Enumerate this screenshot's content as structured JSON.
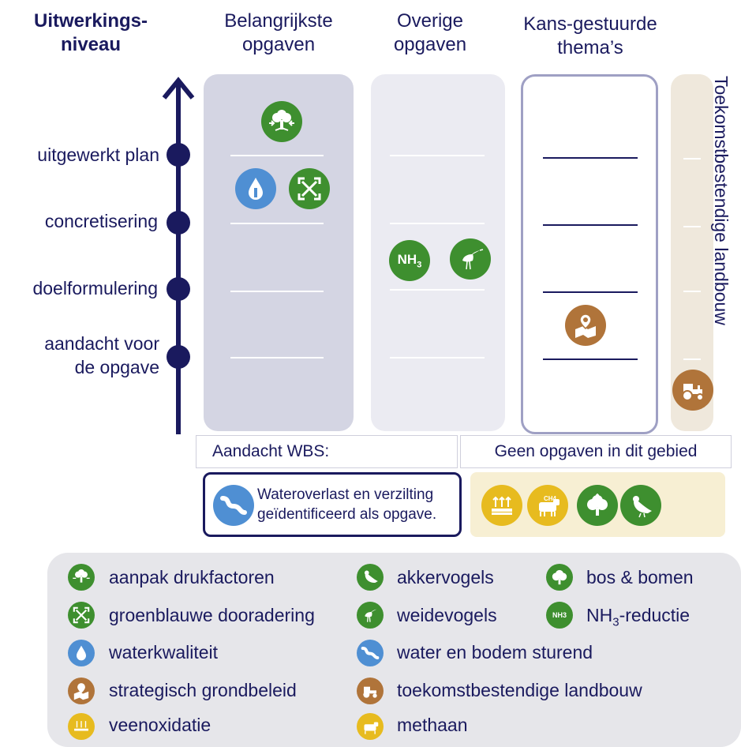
{
  "headers": {
    "level_title": "Uitwerkings-\nniveau",
    "col_main": "Belangrijkste\nopgaven",
    "col_other": "Overige\nopgaven",
    "col_kans": "Kans-gestuurde\nthema’s",
    "col_future": "Toekomstbestendige landbouw"
  },
  "levels": [
    "uitgewerkt plan",
    "concretisering",
    "doelformulering",
    "aandacht voor\nde opgave"
  ],
  "nh3_label": "NH",
  "nh3_sub": "3",
  "attention_label": "Aandacht WBS:",
  "no_tasks_label": "Geen  opgaven  in dit gebied",
  "water_note": "Wateroverlast en verzilting\ngeïdentificeerd  als opgave.",
  "legend": {
    "pressure": "aanpak drukfactoren",
    "arable_birds": "akkervogels",
    "forest": "bos & bomen",
    "green_blue": "groenblauwe dooradering",
    "meadow_birds": "weidevogels",
    "nh3_prefix": "NH",
    "nh3_sub": "3",
    "nh3_suffix": "-reductie",
    "nh3_icon_text": "NH3",
    "water_quality": "waterkwaliteit",
    "water_soil": "water en bodem sturend",
    "land_policy": "strategisch grondbeleid",
    "future_farming": "toekomstbestendige landbouw",
    "peat": "veenoxidatie",
    "methane": "methaan"
  },
  "colors": {
    "navy": "#1a1a5e",
    "green": "#3e8f2f",
    "blue": "#4f8fd3",
    "brown": "#b0743a",
    "gold": "#e7bb1f"
  }
}
